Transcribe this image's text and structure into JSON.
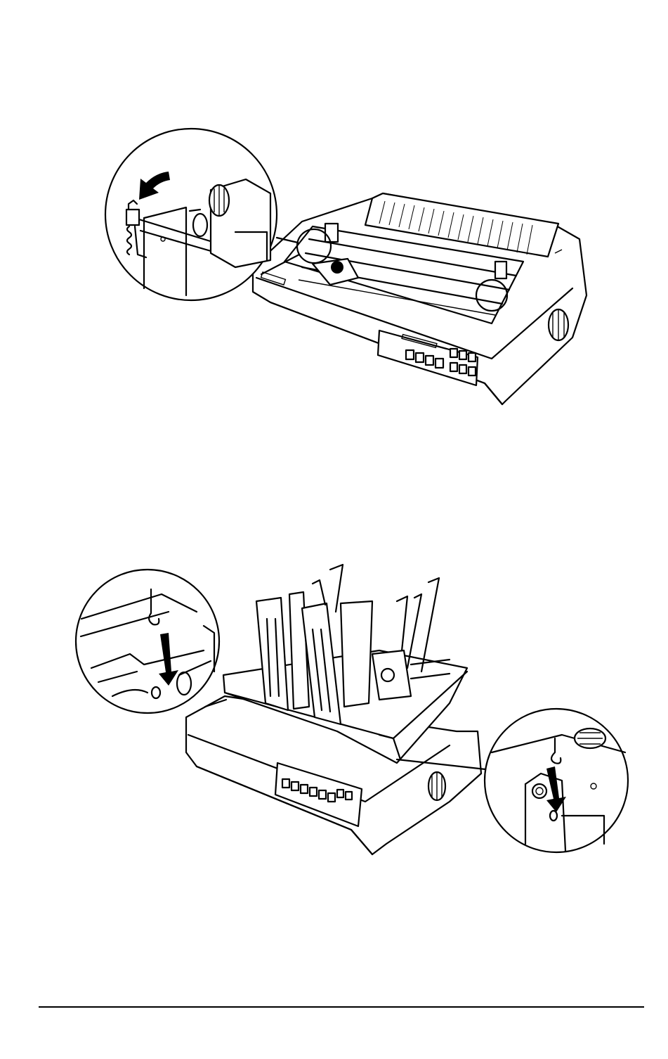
{
  "figures": [
    {
      "id": "fig-top",
      "callouts": [
        "detail-circle-left"
      ],
      "arrows": [
        "curved-arrow-icon"
      ]
    },
    {
      "id": "fig-bottom",
      "callouts": [
        "detail-circle-left",
        "detail-circle-right"
      ],
      "arrows": [
        "down-arrow-icon",
        "down-arrow-icon"
      ]
    }
  ],
  "colors": {
    "ink": "#000000",
    "paper": "#ffffff"
  }
}
